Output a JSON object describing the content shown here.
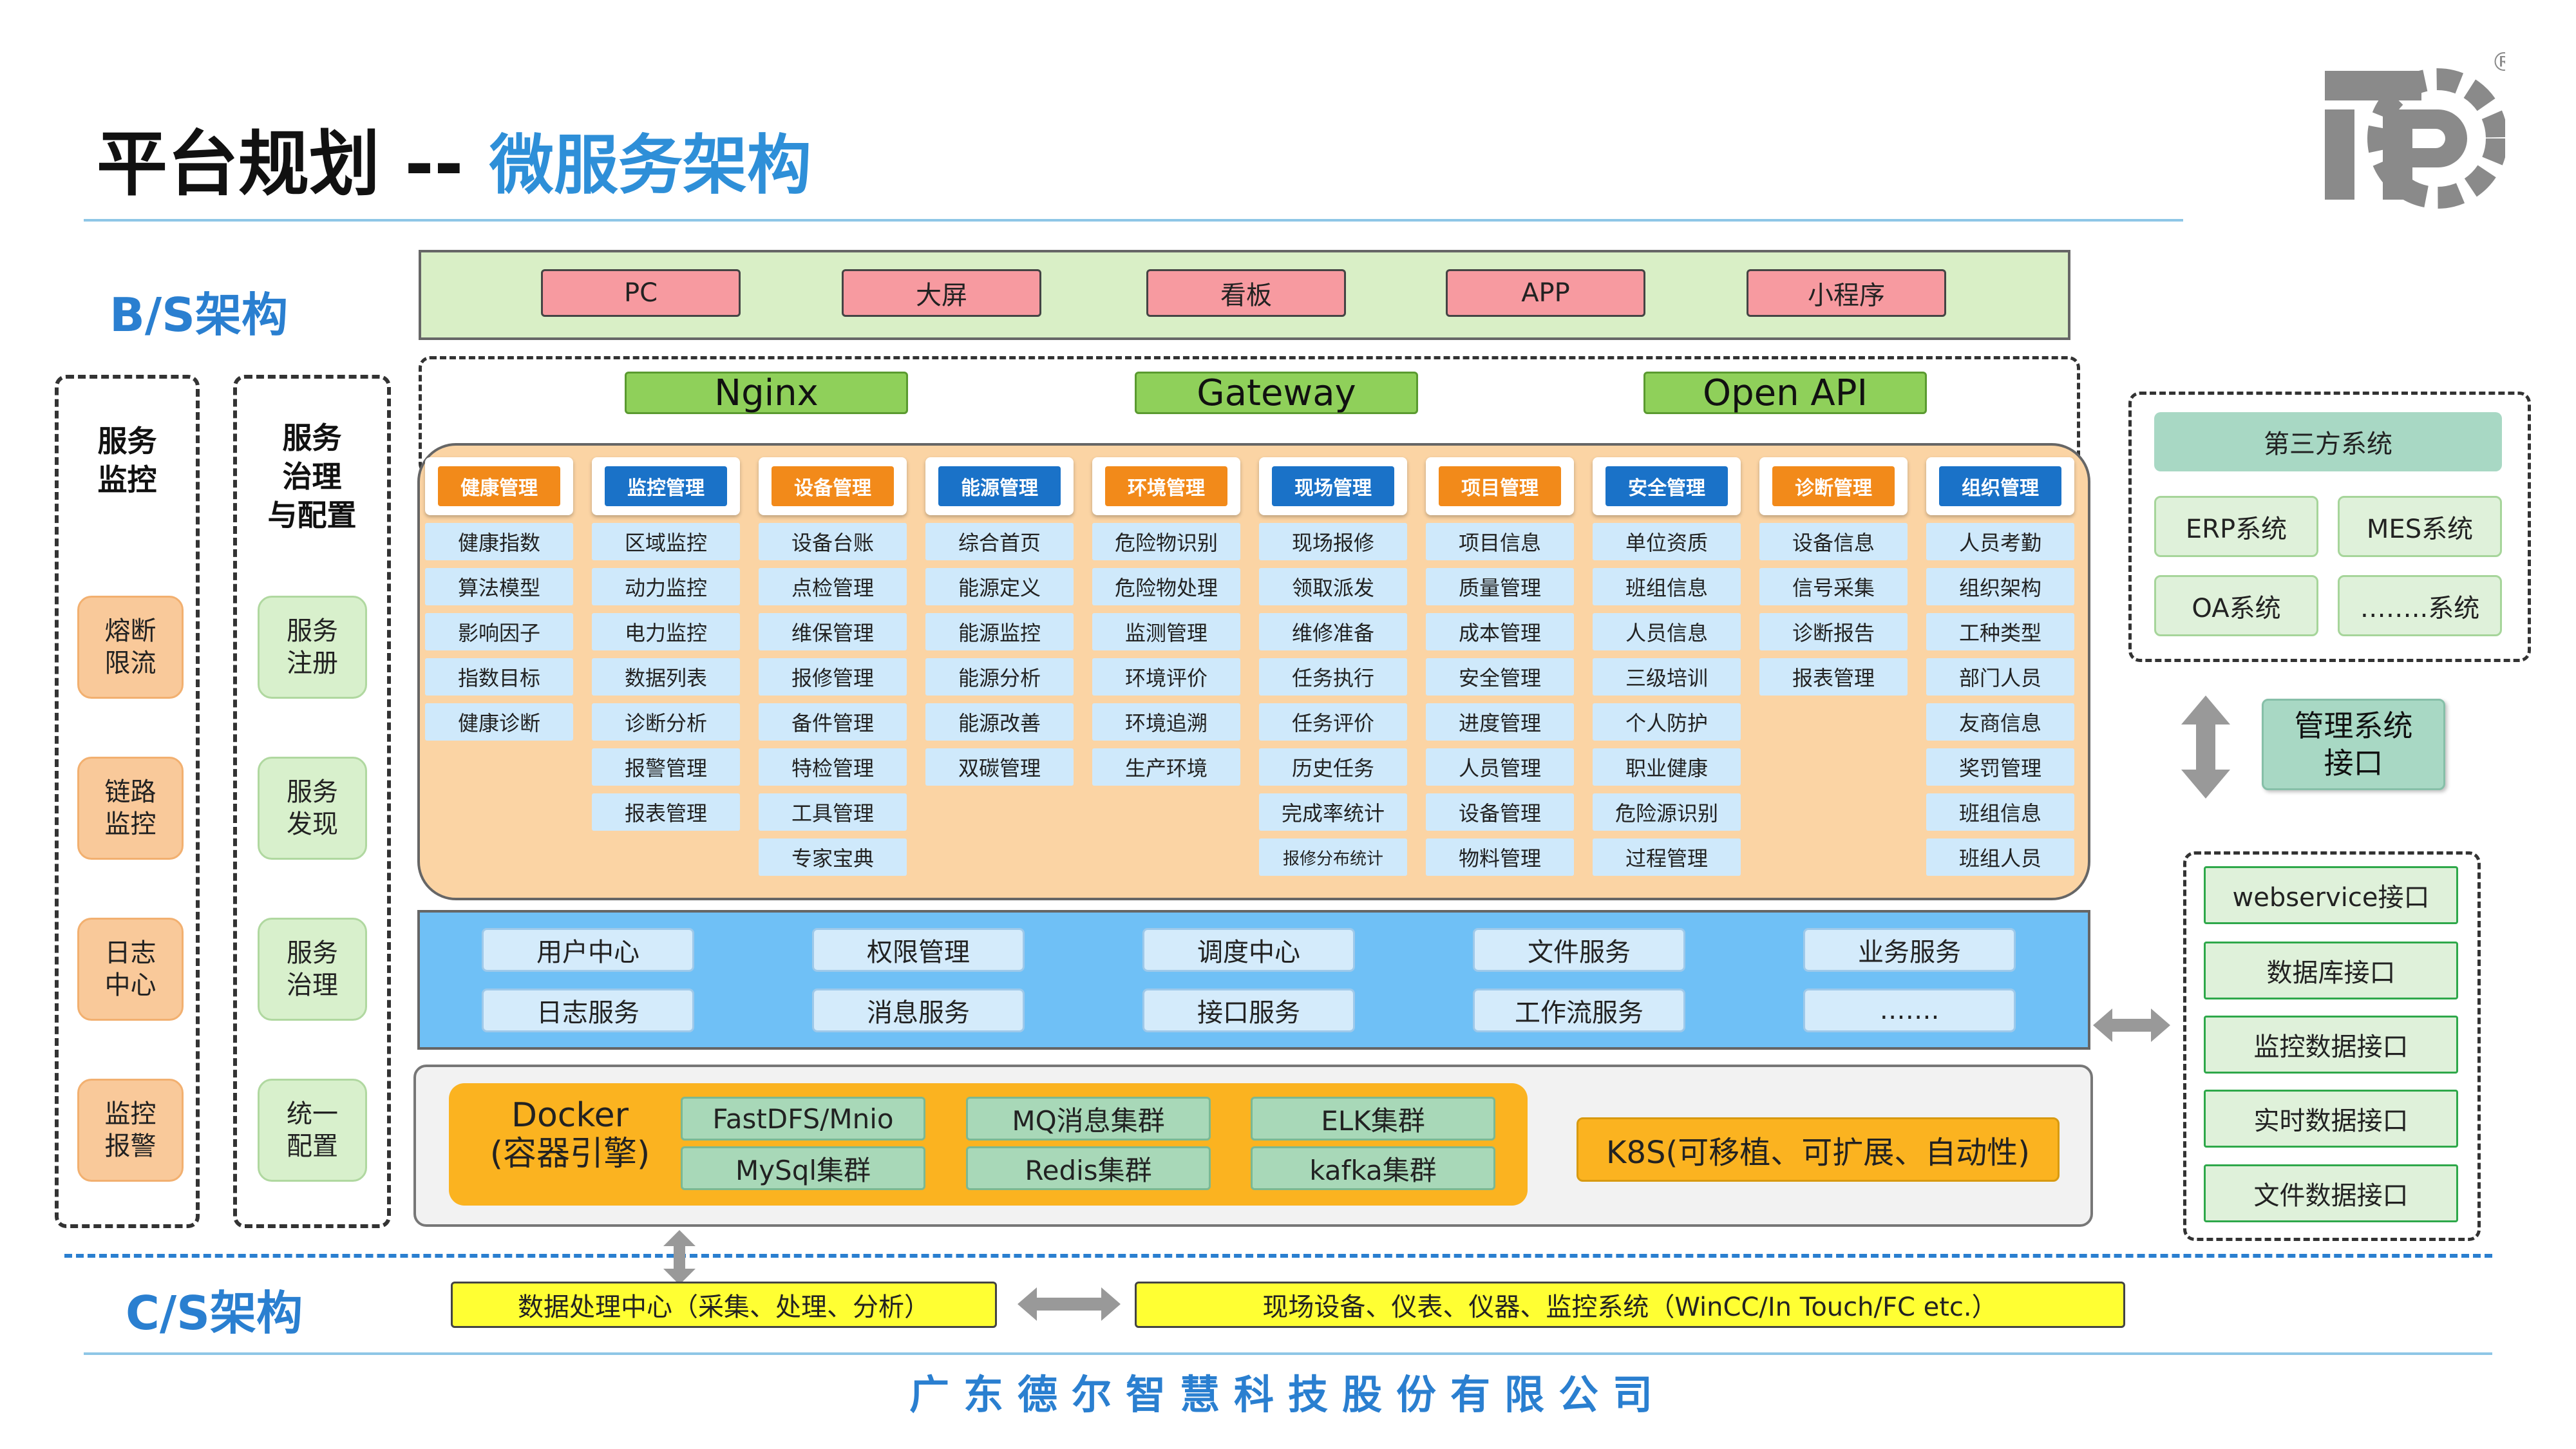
{
  "title": {
    "main": "平台规划 --",
    "sub": "微服务架构"
  },
  "sections": {
    "bs": "B/S架构",
    "cs": "C/S架构"
  },
  "left_panels": {
    "monitor": {
      "title": "服务\n监控",
      "items": [
        "熔断\n限流",
        "链路\n监控",
        "日志\n中心",
        "监控\n报警"
      ]
    },
    "governance": {
      "title": "服务\n治理\n与配置",
      "items": [
        "服务\n注册",
        "服务\n发现",
        "服务\n治理",
        "统一\n配置"
      ]
    }
  },
  "clients": [
    "PC",
    "大屏",
    "看板",
    "APP",
    "小程序"
  ],
  "gateways": [
    "Nginx",
    "Gateway",
    "Open API"
  ],
  "modules": [
    {
      "name": "健康管理",
      "color": "#f28a1a",
      "items": [
        "健康指数",
        "算法模型",
        "影响因子",
        "指数目标",
        "健康诊断"
      ]
    },
    {
      "name": "监控管理",
      "color": "#1a72c8",
      "items": [
        "区域监控",
        "动力监控",
        "电力监控",
        "数据列表",
        "诊断分析",
        "报警管理",
        "报表管理"
      ]
    },
    {
      "name": "设备管理",
      "color": "#f28a1a",
      "items": [
        "设备台账",
        "点检管理",
        "维保管理",
        "报修管理",
        "备件管理",
        "特检管理",
        "工具管理",
        "专家宝典"
      ]
    },
    {
      "name": "能源管理",
      "color": "#1a72c8",
      "items": [
        "综合首页",
        "能源定义",
        "能源监控",
        "能源分析",
        "能源改善",
        "双碳管理"
      ]
    },
    {
      "name": "环境管理",
      "color": "#f28a1a",
      "items": [
        "危险物识别",
        "危险物处理",
        "监测管理",
        "环境评价",
        "环境追溯",
        "生产环境"
      ]
    },
    {
      "name": "现场管理",
      "color": "#1a72c8",
      "items": [
        "现场报修",
        "领取派发",
        "维修准备",
        "任务执行",
        "任务评价",
        "历史任务",
        "完成率统计",
        "报修分布统计"
      ]
    },
    {
      "name": "项目管理",
      "color": "#f28a1a",
      "items": [
        "项目信息",
        "质量管理",
        "成本管理",
        "安全管理",
        "进度管理",
        "人员管理",
        "设备管理",
        "物料管理"
      ]
    },
    {
      "name": "安全管理",
      "color": "#1a72c8",
      "items": [
        "单位资质",
        "班组信息",
        "人员信息",
        "三级培训",
        "个人防护",
        "职业健康",
        "危险源识别",
        "过程管理"
      ]
    },
    {
      "name": "诊断管理",
      "color": "#f28a1a",
      "items": [
        "设备信息",
        "信号采集",
        "诊断报告",
        "报表管理"
      ]
    },
    {
      "name": "组织管理",
      "color": "#1a72c8",
      "items": [
        "人员考勤",
        "组织架构",
        "工种类型",
        "部门人员",
        "友商信息",
        "奖罚管理",
        "班组信息",
        "班组人员"
      ]
    }
  ],
  "services": [
    "用户中心",
    "权限管理",
    "调度中心",
    "文件服务",
    "业务服务",
    "日志服务",
    "消息服务",
    "接口服务",
    "工作流服务",
    "……."
  ],
  "infra": {
    "docker": "Docker\n(容器引擎)",
    "items": [
      "FastDFS/Mnio",
      "MQ消息集群",
      "ELK集群",
      "MySql集群",
      "Redis集群",
      "kafka集群"
    ],
    "k8s": "K8S(可移植、可扩展、自动性)"
  },
  "third_party": {
    "title": "第三方系统",
    "items": [
      "ERP系统",
      "MES系统",
      "OA系统",
      "……..系统"
    ]
  },
  "mgmt_interface": "管理系统\n接口",
  "interfaces": [
    "webservice接口",
    "数据库接口",
    "监控数据接口",
    "实时数据接口",
    "文件数据接口"
  ],
  "cs": {
    "left": "数据处理中心（采集、处理、分析）",
    "right": "现场设备、仪表、仪器、监控系统（WinCC/In Touch/FC etc.）"
  },
  "company": "广东德尔智慧科技股份有限公司",
  "logo_mark": "®"
}
